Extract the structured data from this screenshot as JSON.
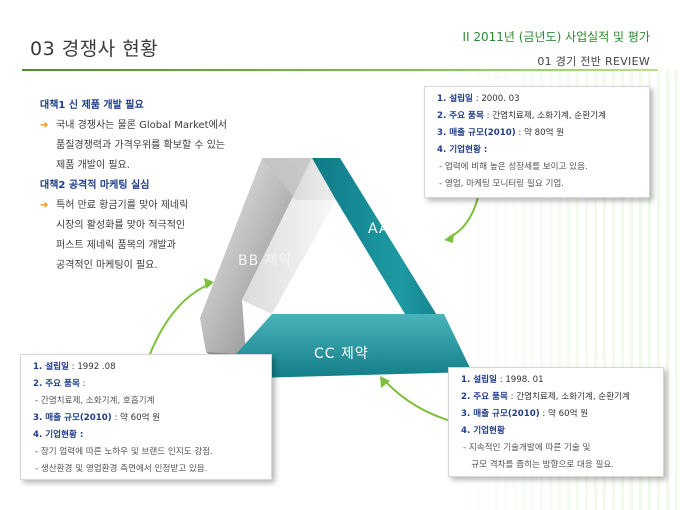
{
  "header": {
    "title": "03  경쟁사 현황",
    "section": "II  2011년 (금년도) 사업실적 및 평가",
    "subsection": "01  경기 전반 REVIEW"
  },
  "strategy": {
    "s1_title": "대책1 신 제품 개발 필요",
    "s1_lines": [
      "국내 경쟁사는 물론 Global Market에서",
      "품질경쟁력과 가격우위를 확보할 수 있는",
      "제품 개발이 필요."
    ],
    "s2_title": "대책2 공격적 마케팅 실심",
    "s2_lines": [
      "특허 만료 황금기를 맞아 제네릭",
      "시장의 활성화를 맞아 적극적인",
      "퍼스트 제네릭 품목의 개발과",
      "공격적인 마케팅이 필요."
    ],
    "arrow_glyph": "➔"
  },
  "triangle": {
    "aa_label": "AA 제약",
    "bb_label": "BB 제약",
    "cc_label": "CC 제약",
    "colors": {
      "teal": "#1c8d96",
      "teal_light": "#4fb6bc",
      "gray": "#8a8a8a",
      "gray_light": "#d5d5d5"
    }
  },
  "aa_box": {
    "l1_lab": "1. 설립일",
    "l1_val": " : 2000. 03",
    "l2_lab": "2. 주요 품목",
    "l2_val": " : 간염치료제, 소화기계, 순환기계",
    "l3_lab": "3. 매출 규모(2010)",
    "l3_val": " : 약 80억 원",
    "l4_lab": "4. 기업현황 :",
    "l5": "-  업력에 비해 높은 성장세를 보이고 있음.",
    "l6": "-  영업, 마케팅 모니터링 필요 기업."
  },
  "bb_box": {
    "l1_lab": "1. 설립일",
    "l1_val": " : 1992 .08",
    "l2_lab": "2. 주요 품목",
    "l2_val": " :",
    "l3": "-  간염치료제, 소화기계, 호흡기계",
    "l4_lab": "3. 매출 규모(2010)",
    "l4_val": " : 약 60억 원",
    "l5_lab": "4. 기업현황 :",
    "l6": "-  장기 업력에 따른 노하우 및 브랜드 인지도 강점.",
    "l7": "-  생산환경 및 영업환경 측면에서 인정받고 있음."
  },
  "cc_box": {
    "l1_lab": "1. 설립일",
    "l1_val": " : 1998. 01",
    "l2_lab": "2. 주요 품목",
    "l2_val": " : 간염치료제, 소화기계, 순환기계",
    "l3_lab": "3. 매출 규모(2010)",
    "l3_val": " : 약 60억 원",
    "l4_lab": "4. 기업현황",
    "l5": "-  지속적인 기술개발에 따른 기술 및",
    "l6": "   규모 격차를 좁히는 방향으로 대응 필요."
  }
}
